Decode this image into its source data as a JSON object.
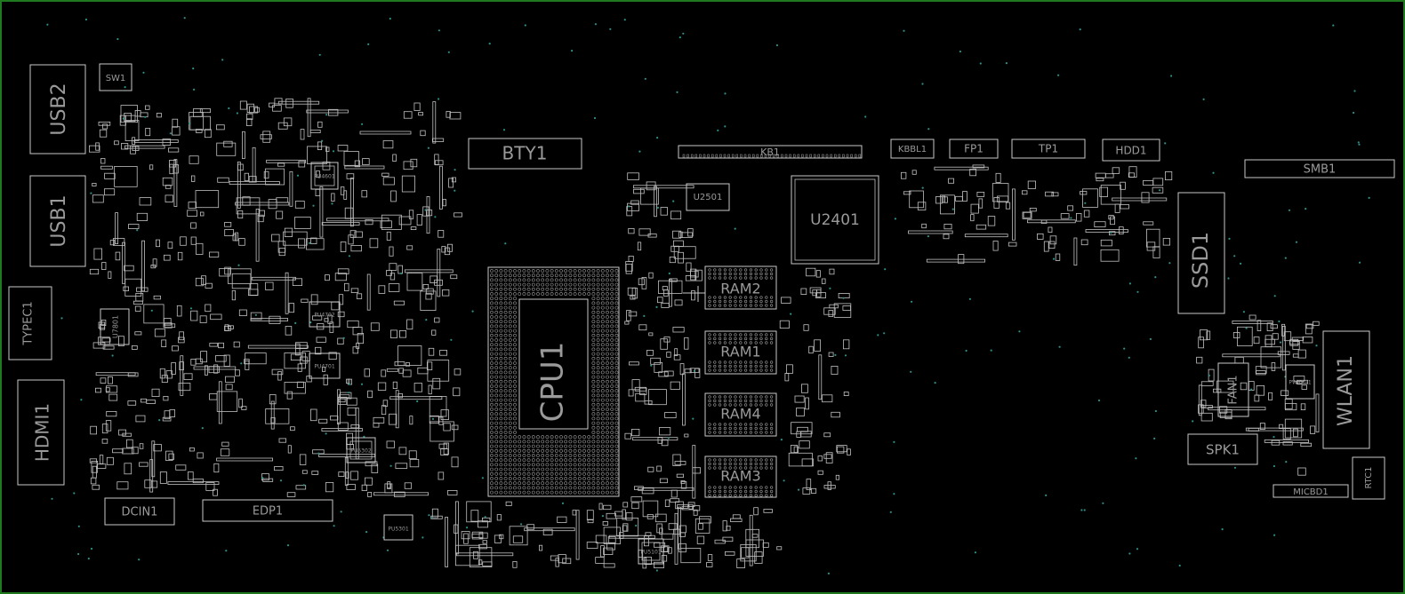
{
  "board": {
    "background": "#000000",
    "border_color": "#1f7a1f",
    "outline_color": "#c8c8c8",
    "label_color": "#9a9a9a",
    "via_color": "#2f8f86"
  },
  "components": {
    "usb2": "USB2",
    "usb1": "USB1",
    "sw1": "SW1",
    "typec1": "TYPEC1",
    "u7801": "U7801",
    "hdmi1": "HDMI1",
    "dcin1": "DCIN1",
    "edp1": "EDP1",
    "bty1": "BTY1",
    "kb1": "KB1",
    "u2501": "U2501",
    "u2401": "U2401",
    "kbbl1": "KBBL1",
    "fp1": "FP1",
    "tp1": "TP1",
    "hdd1": "HDD1",
    "smb1": "SMB1",
    "ssd1": "SSD1",
    "cpu1": "CPU1",
    "ram2": "RAM2",
    "ram1": "RAM1",
    "ram4": "RAM4",
    "ram3": "RAM3",
    "fan1": "FAN1",
    "wlan1": "WLAN1",
    "spk1": "SPK1",
    "rtc1": "RTC1",
    "micbd1": "MICBD1",
    "pu4601": "PU4601",
    "pu4702": "PU4702",
    "pu4701": "PU4701",
    "pu5302": "PU5302",
    "pu5301": "PU5301",
    "pu5101": "PU5101",
    "pwrbt1": "PWRBT1"
  }
}
